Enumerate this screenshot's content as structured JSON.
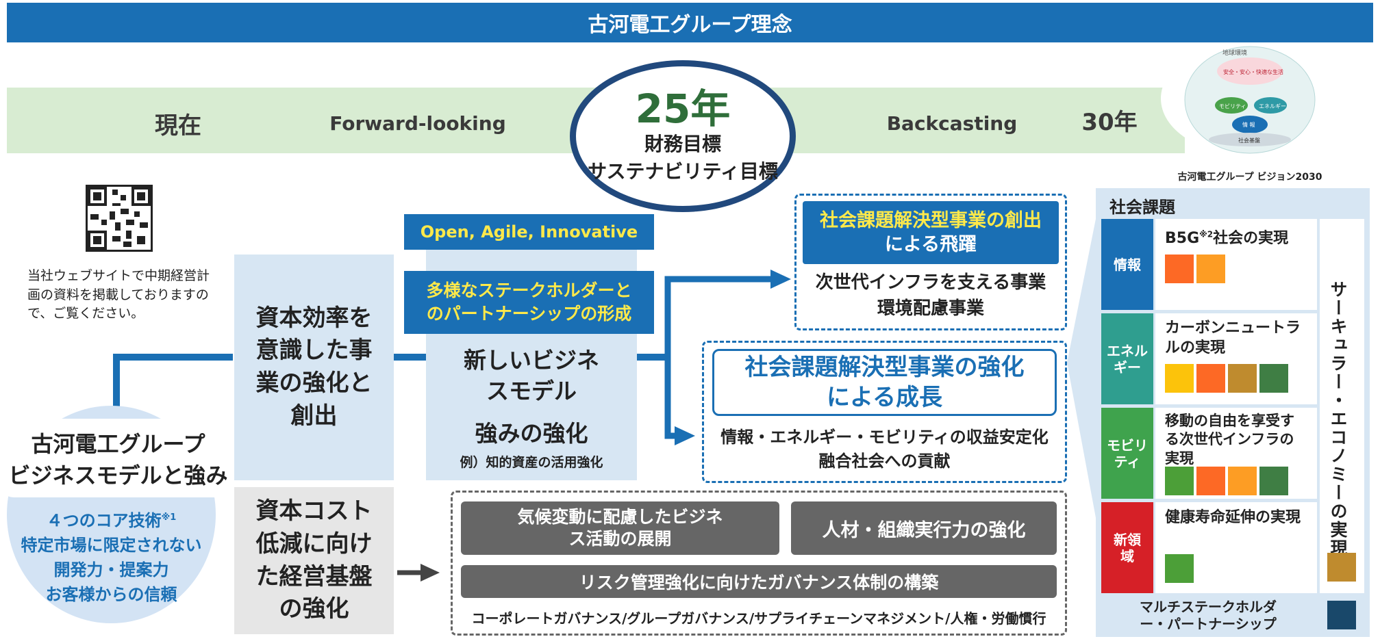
{
  "title": "古河電工グループ理念",
  "timeline": {
    "now": "現在",
    "forward": "Forward-looking",
    "center_year": "25年",
    "center_line1": "財務目標",
    "center_line2": "サステナビリティ目標",
    "backcasting": "Backcasting",
    "year30": "30年"
  },
  "vision": {
    "caption": "古河電工グループ ビジョン2030",
    "labels": {
      "top": "地球環境",
      "inner": "安全・安心・快適な生活",
      "mobility": "モビリティ",
      "energy": "エネルギー",
      "info": "情 報",
      "base": "社会基盤"
    }
  },
  "qr": {
    "note": "当社ウェブサイトで中期経営計画の資料を掲載しておりますので、ご覧ください。"
  },
  "foundation": {
    "title1": "古河電工グループ",
    "title2": "ビジネスモデルと強み",
    "core": "４つのコア技術",
    "core_sup": "※1",
    "line2": "特定市場に限定されない",
    "line3": "開発力・提案力",
    "line4": "お客様からの信頼"
  },
  "capital_efficiency": "資本効率を意識した事業の強化と創出",
  "new_model": {
    "oai": "Open, Agile, Innovative",
    "partnership": "多様なステークホルダーとのパートナーシップの形成",
    "model": "新しいビジネスモデル",
    "strength": "強みの強化",
    "example": "例）知的資産の活用強化"
  },
  "leap": {
    "header1": "社会課題解決型事業の創出",
    "header2": "による飛躍",
    "body1": "次世代インフラを支える事業",
    "body2": "環境配慮事業"
  },
  "growth": {
    "header1": "社会課題解決型事業の強化",
    "header2": "による成長",
    "body1": "情報・エネルギー・モビリティの収益安定化",
    "body2": "融合社会への貢献"
  },
  "cost": "資本コスト低減に向けた経営基盤の強化",
  "base_items": {
    "climate": "気候変動に配慮したビジネス活動の展開",
    "talent": "人材・組織実行力の強化",
    "risk": "リスク管理強化に向けたガバナンス体制の構築",
    "footer": "コーポレートガバナンス/グループガバナンス/サプライチェーンマネジメント/人権・労働慣行"
  },
  "social": {
    "title": "社会課題",
    "rows": [
      {
        "tag": "情報",
        "color": "#1a6fb4",
        "text": "B5G",
        "sup": "※2",
        "text2": "社会の実現",
        "sdgs": [
          "9",
          "11"
        ]
      },
      {
        "tag": "エネルギー",
        "color": "#2f9e8f",
        "text": "カーボンニュートラルの実現",
        "sdgs": [
          "7",
          "9",
          "12",
          "13"
        ]
      },
      {
        "tag": "モビリティ",
        "color": "#3fa34d",
        "text": "移動の自由を享受する次世代インフラの実現",
        "sdgs": [
          "3",
          "9",
          "11",
          "13"
        ]
      },
      {
        "tag": "新領域",
        "color": "#d62027",
        "text": "健康寿命延伸の実現",
        "sdgs": [
          "3"
        ]
      }
    ],
    "vertical": "サーキュラー・エコノミーの実現",
    "multi": "マルチステークホルダー・パートナーシップ",
    "sdg_colors": {
      "3": "#4c9f38",
      "7": "#fcc30b",
      "9": "#fd6925",
      "11": "#fd9d24",
      "12": "#bf8b2e",
      "13": "#3f7e44",
      "17": "#19486a"
    }
  }
}
